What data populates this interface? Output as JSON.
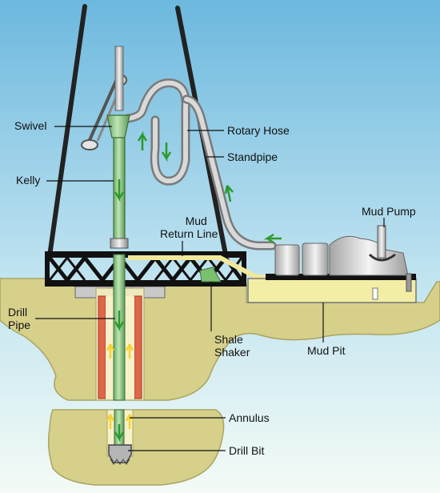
{
  "labels": {
    "swivel": "Swivel",
    "kelly": "Kelly",
    "rotary_hose": "Rotary Hose",
    "standpipe": "Standpipe",
    "mud_return_line": [
      "Mud",
      "Return Line"
    ],
    "mud_pump": "Mud Pump",
    "drill_pipe": [
      "Drill",
      "Pipe"
    ],
    "shale_shaker": [
      "Shale",
      "Shaker"
    ],
    "mud_pit": "Mud Pit",
    "annulus": "Annulus",
    "drill_bit": "Drill Bit"
  },
  "colors": {
    "sky_top": "#6cb8de",
    "sky_bottom": "#f4fbf6",
    "ground": "#d6d08a",
    "ground_dark": "#a9a462",
    "pipe_green": "#a3d59b",
    "pipe_green_dark": "#4f8a4a",
    "casing_red": "#e0664a",
    "steel": "#cfcfcf",
    "steel_dark": "#6e6e6e",
    "mud_fill": "#f3eea6",
    "arrow_green": "#2c9a2c",
    "arrow_yellow": "#f5d23a",
    "truss": "#111111"
  }
}
